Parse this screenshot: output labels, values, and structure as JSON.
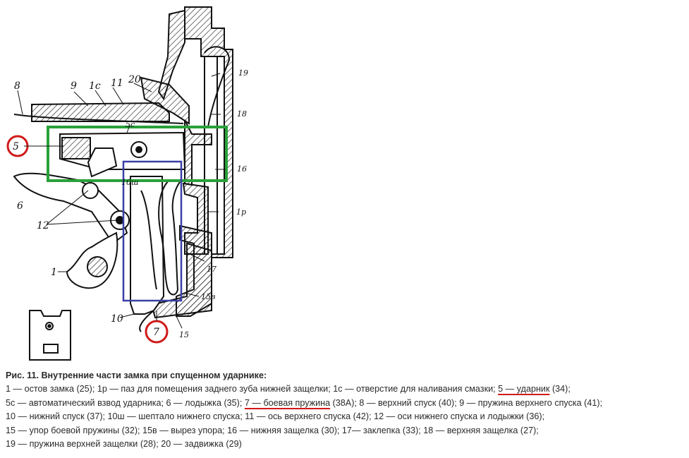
{
  "figure": {
    "labels": {
      "l8": "8",
      "l9": "9",
      "l1c": "1c",
      "l11": "11",
      "l20": "20",
      "l19": "19",
      "l18": "18",
      "l5c": "5c",
      "l5": "5",
      "l16": "16",
      "l10sh": "10ш",
      "l6": "6",
      "l12": "12",
      "l1p": "1р",
      "l17": "17",
      "l1": "1",
      "l15v": "15в",
      "l10": "10",
      "l7": "7",
      "l15": "15"
    },
    "highlight_colors": {
      "green_box": "#2aa13a",
      "blue_box": "#3a3fa6",
      "red_circle": "#d11a1a"
    }
  },
  "caption": {
    "title": "Рис. 11. Внутренние части замка при спущенном ударнике:",
    "line1_a": "1 — остов замка (25); 1р — паз для помещения заднего зуба нижней защелки; 1с — отверстие для наливания смазки; ",
    "line1_hl": "5 — ударник",
    "line1_b": " (34);",
    "line2_a": "5с — автоматический взвод ударника; 6 — лодыжка (35); ",
    "line2_hl": "7 — боевая пружина",
    "line2_b": " (38А); 8 — верхний спуск (40); 9 — пружина верхнего спуска (41);",
    "line3": "10 — нижний спуск (37); 10ш — шептало нижнего спуска; 11 — ось верхнего спуска (42); 12 — оси нижнего спуска и лодыжки (36);",
    "line4": "15 — упор боевой пружины (32); 15в — вырез упора; 16 — нижняя защелка (30); 17— заклепка (33); 18 — верхняя защелка (27);",
    "line5": "19 — пружина верхней защелки (28); 20 — задвижка (29)"
  }
}
